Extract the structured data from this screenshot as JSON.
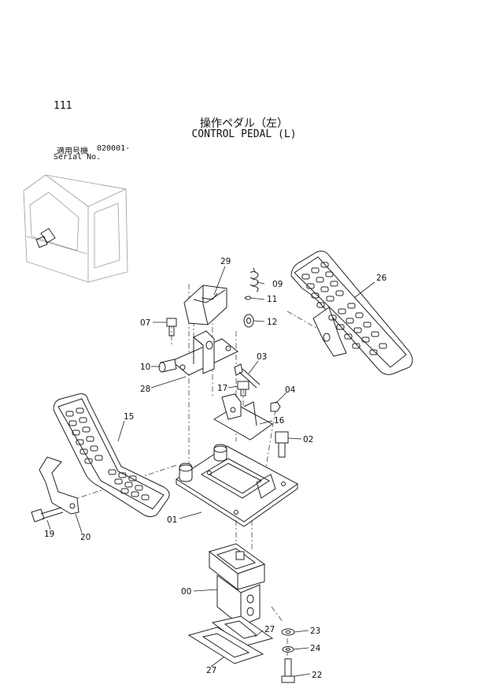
{
  "page_number": "111",
  "title_jp": "操作ペダル（左）",
  "title_en": "CONTROL PEDAL (L)",
  "serial": {
    "label_jp": "適用号機",
    "label_en": "Serial No.",
    "value": "020001-"
  },
  "callouts": [
    {
      "id": "c29",
      "text": "29"
    },
    {
      "id": "c09",
      "text": "09"
    },
    {
      "id": "c11",
      "text": "11"
    },
    {
      "id": "c26",
      "text": "26"
    },
    {
      "id": "c07",
      "text": "07"
    },
    {
      "id": "c12",
      "text": "12"
    },
    {
      "id": "c10",
      "text": "10"
    },
    {
      "id": "c03",
      "text": "03"
    },
    {
      "id": "c28",
      "text": "28"
    },
    {
      "id": "c17",
      "text": "17"
    },
    {
      "id": "c04",
      "text": "04"
    },
    {
      "id": "c15",
      "text": "15"
    },
    {
      "id": "c16",
      "text": "16"
    },
    {
      "id": "c02",
      "text": "02"
    },
    {
      "id": "c01",
      "text": "01"
    },
    {
      "id": "c19",
      "text": "19"
    },
    {
      "id": "c20",
      "text": "20"
    },
    {
      "id": "c00",
      "text": "00"
    },
    {
      "id": "c23",
      "text": "23"
    },
    {
      "id": "c27a",
      "text": "27"
    },
    {
      "id": "c24",
      "text": "24"
    },
    {
      "id": "c27b",
      "text": "27"
    },
    {
      "id": "c22",
      "text": "22"
    }
  ]
}
